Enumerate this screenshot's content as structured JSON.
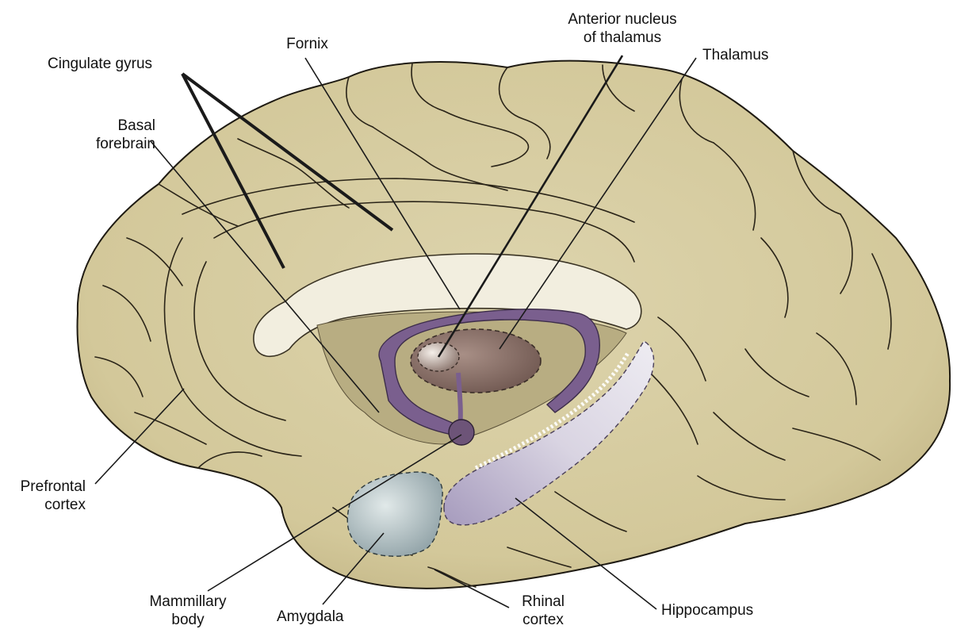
{
  "colors": {
    "cortex": "#d8ceA2",
    "cortex_shadow": "#b7aa79",
    "sulcus": "#2a2418",
    "callosum": "#f4f0e2",
    "fornix": "#7a5f8e",
    "thalamus": "#8d7168",
    "amygdala": "#9fb2b6",
    "hippocampus": "#b8aec8",
    "leader": "#1a1a1a"
  },
  "labels": {
    "cingulate": "Cingulate gyrus",
    "fornix": "Fornix",
    "anterior_nucleus_1": "Anterior nucleus",
    "anterior_nucleus_2": "of thalamus",
    "thalamus": "Thalamus",
    "basal_forebrain_1": "Basal",
    "basal_forebrain_2": "forebrain",
    "prefrontal_1": "Prefrontal",
    "prefrontal_2": "cortex",
    "mammillary_1": "Mammillary",
    "mammillary_2": "body",
    "amygdala": "Amygdala",
    "rhinal_1": "Rhinal",
    "rhinal_2": "cortex",
    "hippocampus": "Hippocampus"
  }
}
